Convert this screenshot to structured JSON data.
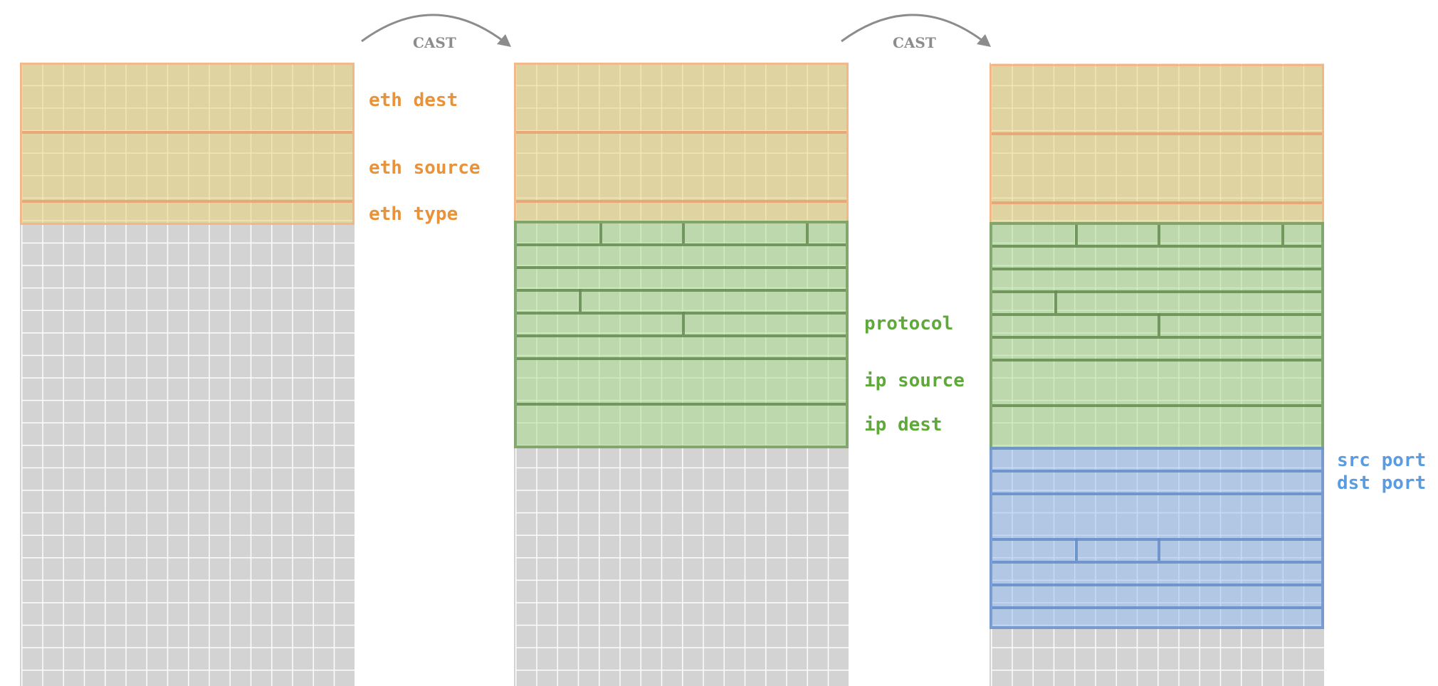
{
  "arrows": [
    {
      "label": "CAST"
    },
    {
      "label": "CAST"
    }
  ],
  "fields": {
    "eth_dest": "eth dest",
    "eth_source": "eth source",
    "eth_type": "eth type",
    "protocol": "protocol",
    "ip_source": "ip source",
    "ip_dest": "ip dest",
    "src_port": "src port",
    "dst_port": "dst port"
  },
  "colors": {
    "eth": "#e8923a",
    "ip": "#5fa83a",
    "tcp": "#5b9be0",
    "arrow": "#8c8c8c",
    "buffer": "#d3d3d3"
  }
}
